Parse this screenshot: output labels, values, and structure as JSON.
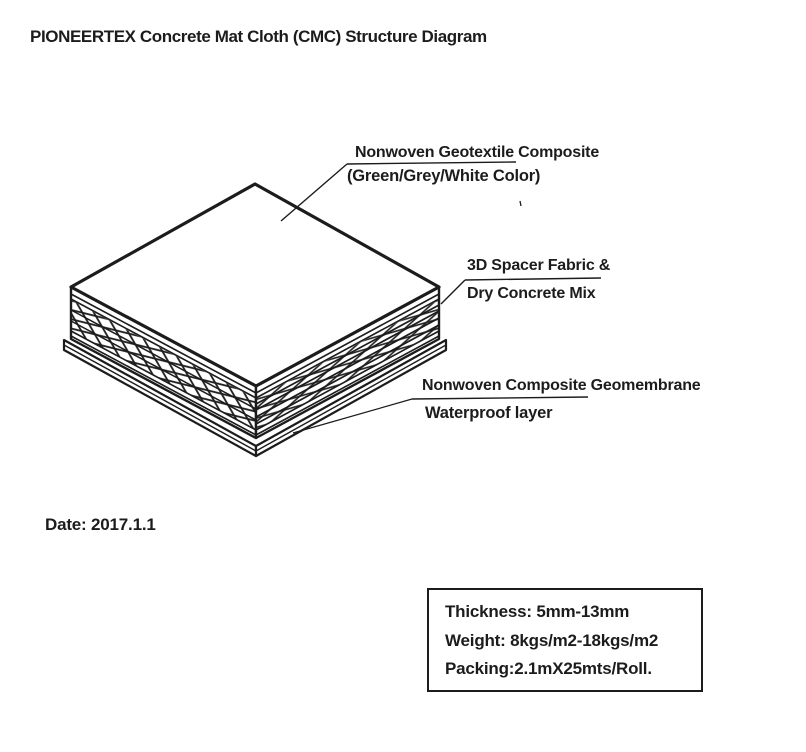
{
  "page": {
    "title": "PIONEERTEX Concrete Mat Cloth (CMC) Structure Diagram"
  },
  "labels": {
    "top_layer": {
      "line1": "Nonwoven Geotextile Composite",
      "line2": "(Green/Grey/White Color)"
    },
    "middle_layer": {
      "line1": "3D Spacer Fabric &",
      "line2": "Dry Concrete Mix"
    },
    "bottom_layer": {
      "line1": "Nonwoven Composite Geomembrane",
      "line2": "Waterproof layer"
    }
  },
  "date": {
    "label": "Date: 2017.1.1"
  },
  "spec_box": {
    "lines": [
      "Thickness: 5mm-13mm",
      "Weight: 8kgs/m2-18kgs/m2",
      "Packing:2.1mX25mts/Roll."
    ]
  },
  "colors": {
    "ink": "#1c1c1c",
    "background": "#ffffff"
  }
}
